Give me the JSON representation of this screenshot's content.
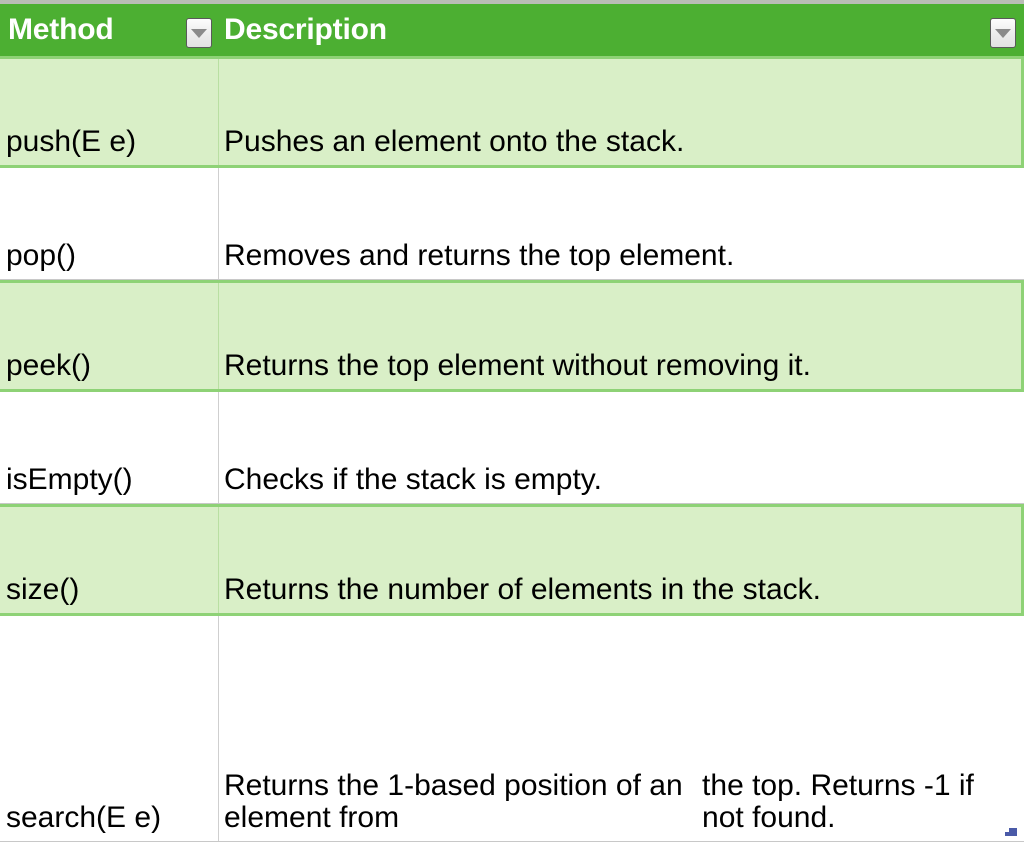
{
  "table": {
    "header": {
      "method_label": "Method",
      "description_label": "Description",
      "filter_icon_1": "chevron-down-icon",
      "filter_icon_2": "chevron-down-icon"
    },
    "colors": {
      "header_green": "#4CAF32",
      "row_tint_green": "#D9EFC7",
      "row_border_green": "#8ED276",
      "row_border_gray": "#C8C8C8",
      "header_text": "#FFFFFF",
      "body_text": "#000000",
      "handle_blue": "#4A5AA8"
    },
    "columns": [
      "Method",
      "Description"
    ],
    "rows": [
      {
        "method": "push(E e)",
        "description": "Pushes an element onto the stack.",
        "description_line_2": "",
        "shaded": true
      },
      {
        "method": "pop()",
        "description": "Removes and returns the top element.",
        "description_line_2": "",
        "shaded": false
      },
      {
        "method": "peek()",
        "description": "Returns the top element without removing it.",
        "description_line_2": "",
        "shaded": true
      },
      {
        "method": "isEmpty()",
        "description": "Checks if the stack is empty.",
        "description_line_2": "",
        "shaded": false
      },
      {
        "method": "size()",
        "description": "Returns the number of elements in the stack.",
        "description_line_2": "",
        "shaded": true
      },
      {
        "method": "search(E e)",
        "description": "Returns the 1-based position of an element from",
        "description_line_2": "the top. Returns -1 if not found.",
        "shaded": false
      }
    ]
  }
}
